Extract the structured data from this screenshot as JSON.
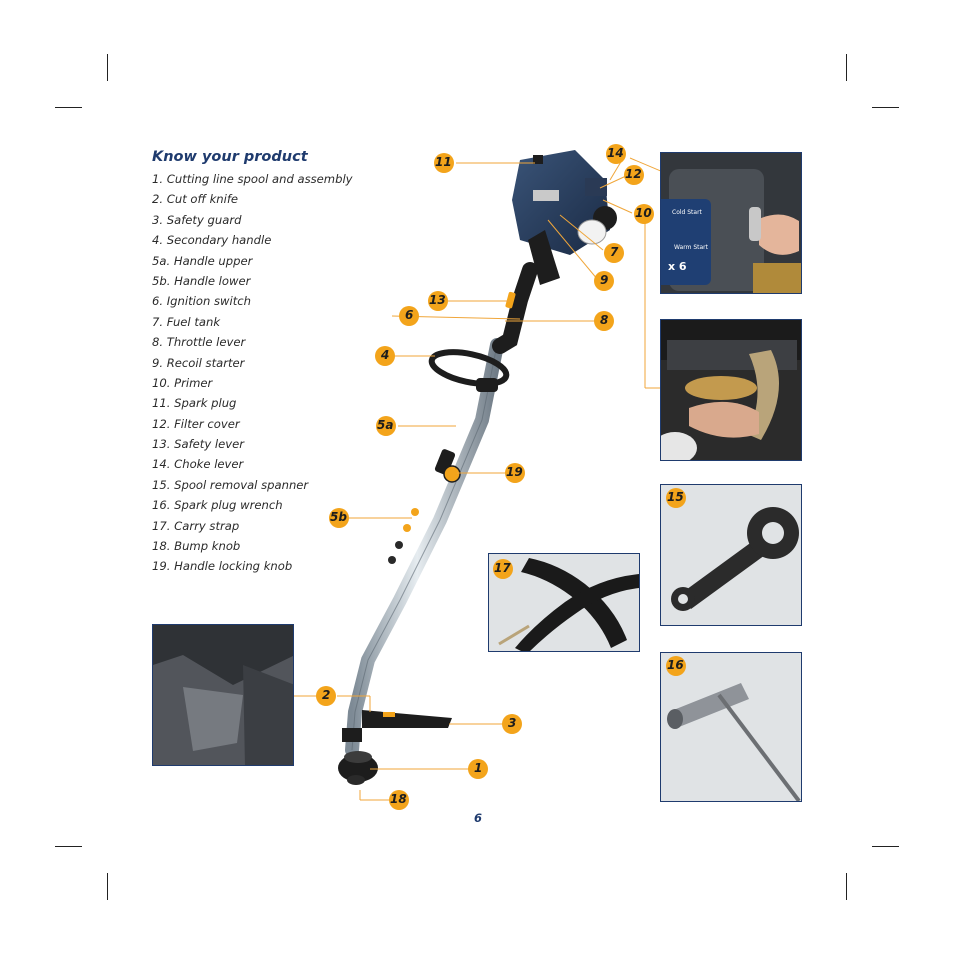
{
  "heading": "Know your product",
  "parts": [
    "1. Cutting line spool and assembly",
    "2. Cut off knife",
    "3. Safety guard",
    "4. Secondary handle",
    "5a. Handle upper",
    "5b. Handle lower",
    "6. Ignition switch",
    "7. Fuel tank",
    "8. Throttle lever",
    "9. Recoil starter",
    "10. Primer",
    "11. Spark plug",
    "12. Filter cover",
    "13. Safety lever",
    "14. Choke lever",
    "15. Spool removal spanner",
    "16. Spark plug wrench",
    "17. Carry strap",
    "18. Bump knob",
    "19. Handle locking knob"
  ],
  "callouts": {
    "c1": "1",
    "c2": "2",
    "c3": "3",
    "c4": "4",
    "c5a": "5a",
    "c5b": "5b",
    "c6": "6",
    "c7": "7",
    "c8": "8",
    "c9": "9",
    "c10": "10",
    "c11": "11",
    "c12": "12",
    "c13": "13",
    "c14": "14",
    "c15": "15",
    "c16": "16",
    "c17": "17",
    "c18": "18",
    "c19": "19"
  },
  "choke_panel": {
    "top": "Cold Start",
    "bottom": "Warm Start",
    "count": "x 6"
  },
  "page_number": "6",
  "colors": {
    "accent_orange": "#f3a41b",
    "navy": "#1f3b6e",
    "leader": "#f0a63a"
  }
}
